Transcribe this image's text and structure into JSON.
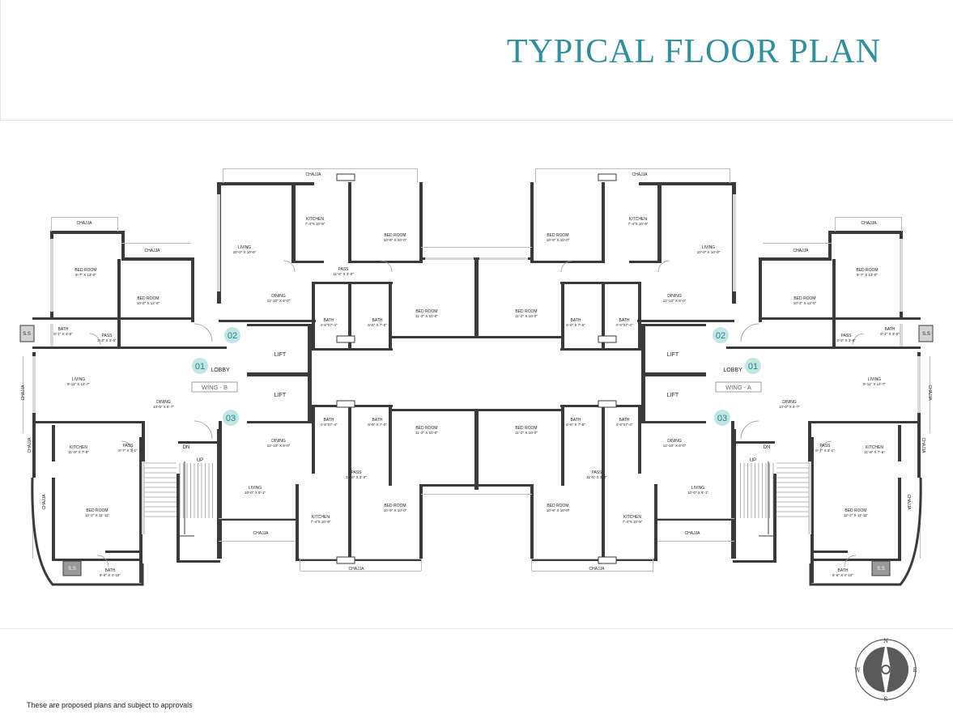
{
  "title": "TYPICAL FLOOR PLAN",
  "disclaimer": "These are proposed plans and subject to approvals",
  "colors": {
    "title": "#2f8f9c",
    "badge": "#bfe7e6",
    "badge_text": "#2a7f8a",
    "wall": "#3a3a3a",
    "chajja": "#d9d9d9",
    "compass": "#5a5a5a"
  },
  "compass": {
    "n": "N",
    "s": "S",
    "e": "E",
    "w": "W"
  },
  "wing_b": {
    "wing_label": "WING - B",
    "lobby": "LOBBY",
    "lift_top": "LIFT",
    "lift_bottom": "LIFT",
    "flat_01": "01",
    "flat_02": "02",
    "flat_03": "03",
    "up": "UP",
    "dn": "DN",
    "ss_top": "S.S",
    "ss_bottom": "S.S",
    "rooms": {
      "f1_bed1": [
        "BED ROOM",
        "9'-7\" X 13'-0\""
      ],
      "f1_bed2": [
        "BED ROOM",
        "10'-2\" X 12'-5\""
      ],
      "f1_bath": [
        "BATH",
        "8'-1\" X 4'-5\""
      ],
      "f1_pass": [
        "PASS",
        "3'-3\" X 3'-5\""
      ],
      "f1_living": [
        "LIVING",
        "9'-11\" X 14'-7\""
      ],
      "f1_dining": [
        "DINING",
        "10'-0\" X 6'-7\""
      ],
      "f1_kitchen": [
        "KITCHEN",
        "11'-8\" X 7'-5\""
      ],
      "f1_pass2": [
        "PASS",
        "8'-7\" X 3'-1\""
      ],
      "f1_bed3": [
        "BED ROOM",
        "12'-2\" X 11'-11\""
      ],
      "f1_bath2": [
        "BATH",
        "8'-6\" X 4'-10\""
      ],
      "f2_kitchen": [
        "KITCHEN",
        "7'-4\"X 10'-9\""
      ],
      "f2_bed": [
        "BED ROOM",
        "10'-9\" X 10'-0\""
      ],
      "f2_living": [
        "LIVING",
        "10'-0\" X 10'-9\""
      ],
      "f2_pass": [
        "PASS",
        "11'-6\" X 3'-0\""
      ],
      "f2_dining": [
        "DINING",
        "12'-10\" X 8'-0\""
      ],
      "f2_bath1": [
        "BATH",
        "4'-6\"X7'-4\""
      ],
      "f2_bath2": [
        "BATH",
        "6'-6\" X 7'-0\""
      ],
      "f2_bed2": [
        "BED ROOM",
        "11'-2\" X 10'-0\""
      ],
      "f3_bath1": [
        "BATH",
        "4'-6\"X7'-4\""
      ],
      "f3_bath2": [
        "BATH",
        "6'-6\" X 7'-0\""
      ],
      "f3_bed2": [
        "BED ROOM",
        "11'-2\" X 10'-0\""
      ],
      "f3_dining": [
        "DINING",
        "12'-10\" X 8'-0\""
      ],
      "f3_pass": [
        "PASS",
        "11'-6\" X 3'-0\""
      ],
      "f3_living": [
        "LIVING",
        "10'-0\" X 8'-1\""
      ],
      "f3_kitchen": [
        "KITCHEN",
        "7'-4\"X 10'-9\""
      ],
      "f3_bed": [
        "BED ROOM",
        "10'-9\" X 10'-0\""
      ]
    },
    "chajja": [
      "CHAJJA",
      "CHAJJA",
      "CHAJJA",
      "CHAJJA",
      "CHAJJA",
      "CHAJJA",
      "CHAJJA",
      "CHAJJA"
    ]
  },
  "wing_a": {
    "wing_label": "WING - A",
    "lobby": "LOBBY",
    "lift_top": "LIFT",
    "lift_bottom": "LIFT",
    "flat_01": "01",
    "flat_02": "02",
    "flat_03": "03",
    "up": "UP",
    "dn": "DN",
    "ss_top": "S.S",
    "ss_bottom": "S.S",
    "rooms": {
      "f1_bed1": [
        "BED ROOM",
        "9'-7\" X 13'-0\""
      ],
      "f1_bed2": [
        "BED ROOM",
        "10'-2\" X 12'-5\""
      ],
      "f1_bath": [
        "BATH",
        "8'-1\" X 4'-5\""
      ],
      "f1_pass": [
        "PASS",
        "3'-3\" X 3'-5\""
      ],
      "f1_living": [
        "LIVING",
        "9'-11\" X 14'-7\""
      ],
      "f1_dining": [
        "DINING",
        "10'-0\" X 6'-7\""
      ],
      "f1_kitchen": [
        "KITCHEN",
        "11'-8\" X 7'-5\""
      ],
      "f1_pass2": [
        "PASS",
        "8'-7\" X 3'-1\""
      ],
      "f1_bed3": [
        "BED ROOM",
        "12'-2\" X 11'-11\""
      ],
      "f1_bath2": [
        "BATH",
        "8'-6\" X 4'-10\""
      ],
      "f2_kitchen": [
        "KITCHEN",
        "7'-4\"X 10'-9\""
      ],
      "f2_bed": [
        "BED ROOM",
        "10'-9\" X 10'-0\""
      ],
      "f2_living": [
        "LIVING",
        "10'-0\" X 10'-9\""
      ],
      "f2_dining": [
        "DINING",
        "12'-10\" X 8'-0\""
      ],
      "f2_bath1": [
        "BATH",
        "4'-6\"X7'-4\""
      ],
      "f2_bath2": [
        "BATH",
        "6'-6\" X 7'-6\""
      ],
      "f2_bed2": [
        "BED ROOM",
        "11'-2\" X 10'-0\""
      ],
      "f3_bath1": [
        "BATH",
        "4'-6\"X7'-4\""
      ],
      "f3_bath2": [
        "BATH",
        "6'-6\" X 7'-6\""
      ],
      "f3_bed2": [
        "BED ROOM",
        "11'-2\" X 10'-0\""
      ],
      "f3_dining": [
        "DINING",
        "12'-10\" X 8'-0\""
      ],
      "f3_pass": [
        "PASS",
        "11'-6\" X 3'-0\""
      ],
      "f3_living": [
        "LIVING",
        "10'-0\" X 8'-1\""
      ],
      "f3_kitchen": [
        "KITCHEN",
        "7'-4\"X 10'-9\""
      ],
      "f3_bed": [
        "BED ROOM",
        "10'-9\" X 10'-0\""
      ]
    },
    "chajja": [
      "CHAJJA",
      "CHAJJA",
      "CHAJJA",
      "CHAJJA",
      "CHAJJA",
      "CHAJJA",
      "CHAJJA",
      "CHAJJA"
    ]
  }
}
